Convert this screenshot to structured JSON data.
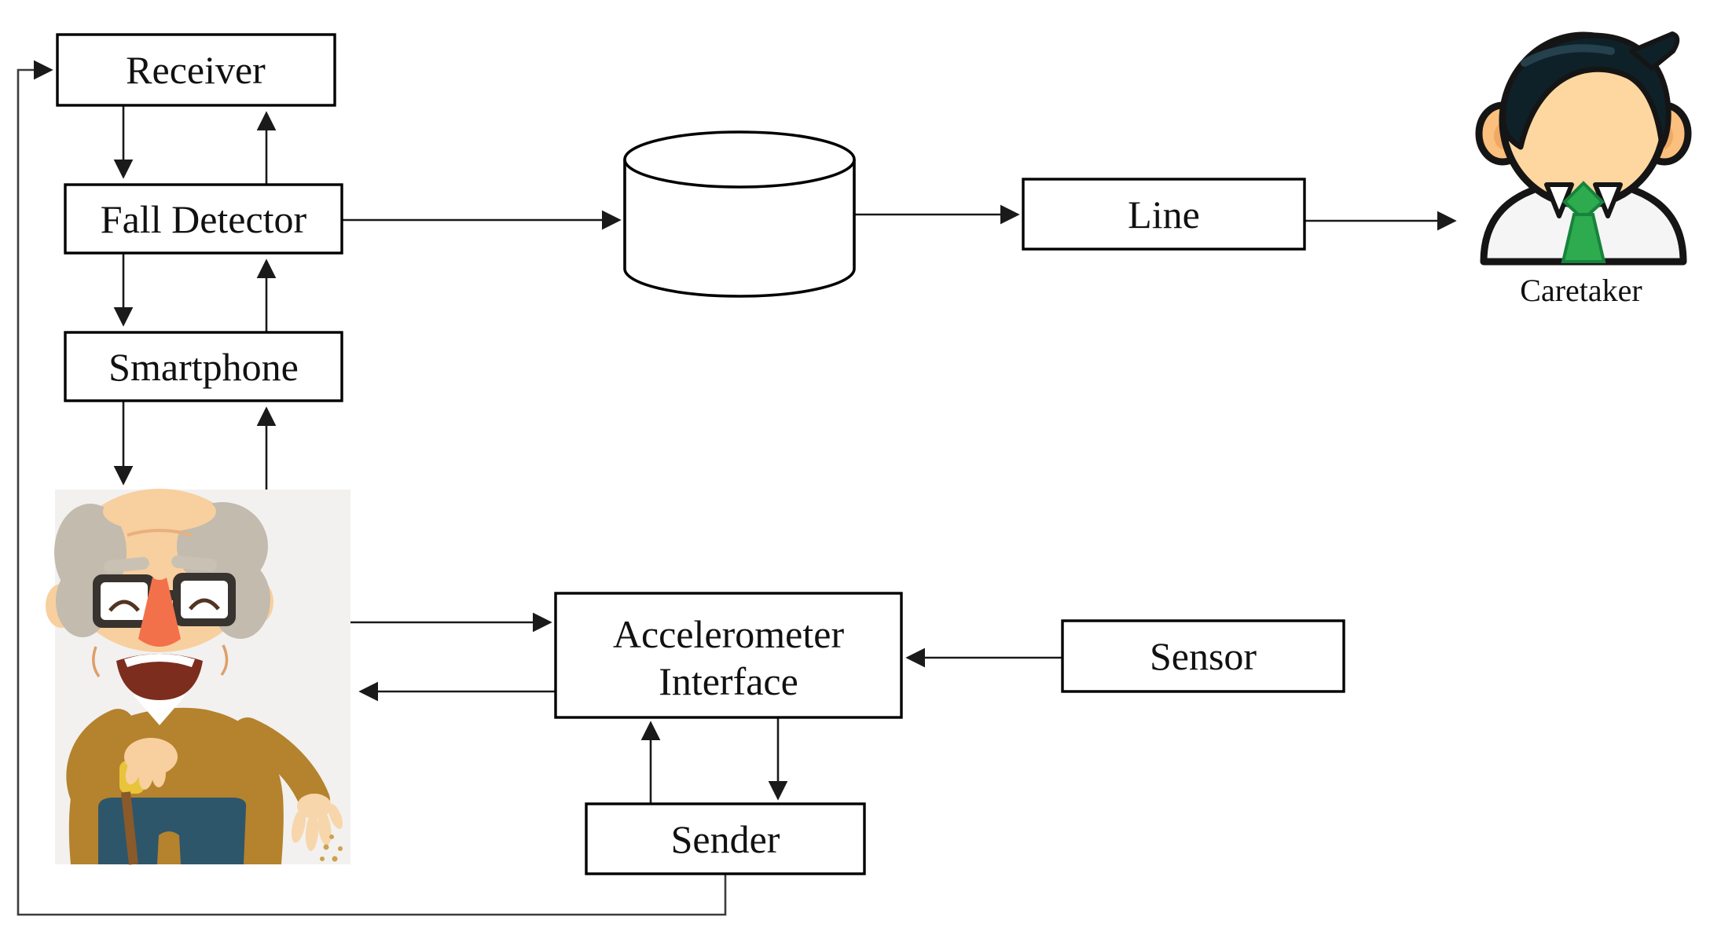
{
  "diagram": {
    "type": "block-diagram",
    "nodes": {
      "receiver": {
        "label": "Receiver"
      },
      "fall_detector": {
        "label": "Fall Detector"
      },
      "smartphone": {
        "label": "Smartphone"
      },
      "database": {
        "icon": "database-cylinder-icon"
      },
      "line": {
        "label": "Line"
      },
      "caretaker": {
        "label": "Caretaker",
        "icon": "caretaker-person-icon"
      },
      "elderly_person": {
        "icon": "elderly-person-illustration"
      },
      "accelerometer_interface": {
        "label_line1": "Accelerometer",
        "label_line2": "Interface"
      },
      "sender": {
        "label": "Sender"
      },
      "sensor": {
        "label": "Sensor"
      }
    },
    "edges": [
      {
        "from": "receiver",
        "to": "fall_detector"
      },
      {
        "from": "fall_detector",
        "to": "receiver"
      },
      {
        "from": "fall_detector",
        "to": "smartphone"
      },
      {
        "from": "smartphone",
        "to": "fall_detector"
      },
      {
        "from": "smartphone",
        "to": "elderly_person"
      },
      {
        "from": "elderly_person",
        "to": "smartphone"
      },
      {
        "from": "fall_detector",
        "to": "database"
      },
      {
        "from": "database",
        "to": "line"
      },
      {
        "from": "line",
        "to": "caretaker"
      },
      {
        "from": "elderly_person",
        "to": "accelerometer_interface"
      },
      {
        "from": "accelerometer_interface",
        "to": "elderly_person"
      },
      {
        "from": "sensor",
        "to": "accelerometer_interface"
      },
      {
        "from": "sender",
        "to": "accelerometer_interface"
      },
      {
        "from": "accelerometer_interface",
        "to": "sender"
      },
      {
        "from": "sender",
        "to": "receiver",
        "note": "feedback loop along left and bottom edges"
      }
    ],
    "colors": {
      "box_fill": "#ffffff",
      "box_border": "#000000",
      "arrow": "#1a1a1a",
      "feedback_line": "#3d3d3d",
      "elderly_background": "#f2f1ef",
      "elderly_sweater": "#b5822e",
      "elderly_pants": "#2e566b",
      "elderly_skin": "#f8cf9f",
      "elderly_hair_gray": "#c2bbae",
      "elderly_nose_orange": "#f2714a",
      "elderly_mouth": "#7c2d1d",
      "cane_shaft_brown": "#8a5a2b",
      "cane_handle_yellow": "#e8c43a",
      "caretaker_hair": "#0e2129",
      "caretaker_skin": "#fdd79f",
      "caretaker_shirt": "#f5f5f5",
      "caretaker_tie_green": "#2dab4e"
    }
  }
}
